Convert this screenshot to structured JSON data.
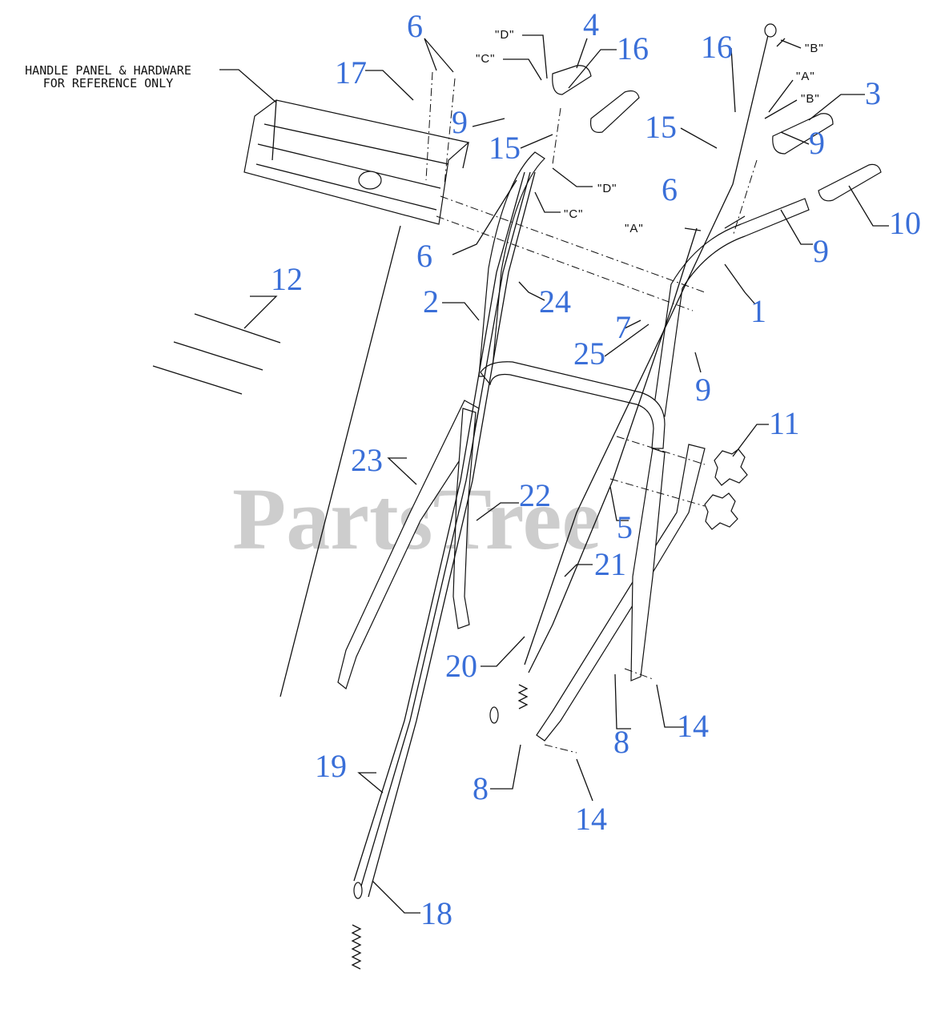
{
  "note": {
    "line1": "HANDLE PANEL & HARDWARE",
    "line2": "FOR REFERENCE ONLY"
  },
  "watermark": "PartsTree",
  "part_numbers": {
    "p1": "1",
    "p2": "2",
    "p3": "3",
    "p4": "4",
    "p5": "5",
    "p6a": "6",
    "p6b": "6",
    "p6c": "6",
    "p7": "7",
    "p8a": "8",
    "p8b": "8",
    "p9a": "9",
    "p9b": "9",
    "p9c": "9",
    "p9d": "9",
    "p10": "10",
    "p11": "11",
    "p12": "12",
    "p14a": "14",
    "p14b": "14",
    "p15a": "15",
    "p15b": "15",
    "p16a": "16",
    "p16b": "16",
    "p17": "17",
    "p18": "18",
    "p19": "19",
    "p20": "20",
    "p21": "21",
    "p22": "22",
    "p23": "23",
    "p24": "24",
    "p25": "25"
  },
  "reference_letters": {
    "d_top": "\"D\"",
    "c_top": "\"C\"",
    "d_mid": "\"D\"",
    "c_mid": "\"C\"",
    "a_right": "\"A\"",
    "b_right": "\"B\"",
    "b_top": "\"B\"",
    "a_mid": "\"A\""
  },
  "colors": {
    "callout": "#3a6fd8",
    "line": "#111111",
    "watermark": "#bdbdbd"
  }
}
